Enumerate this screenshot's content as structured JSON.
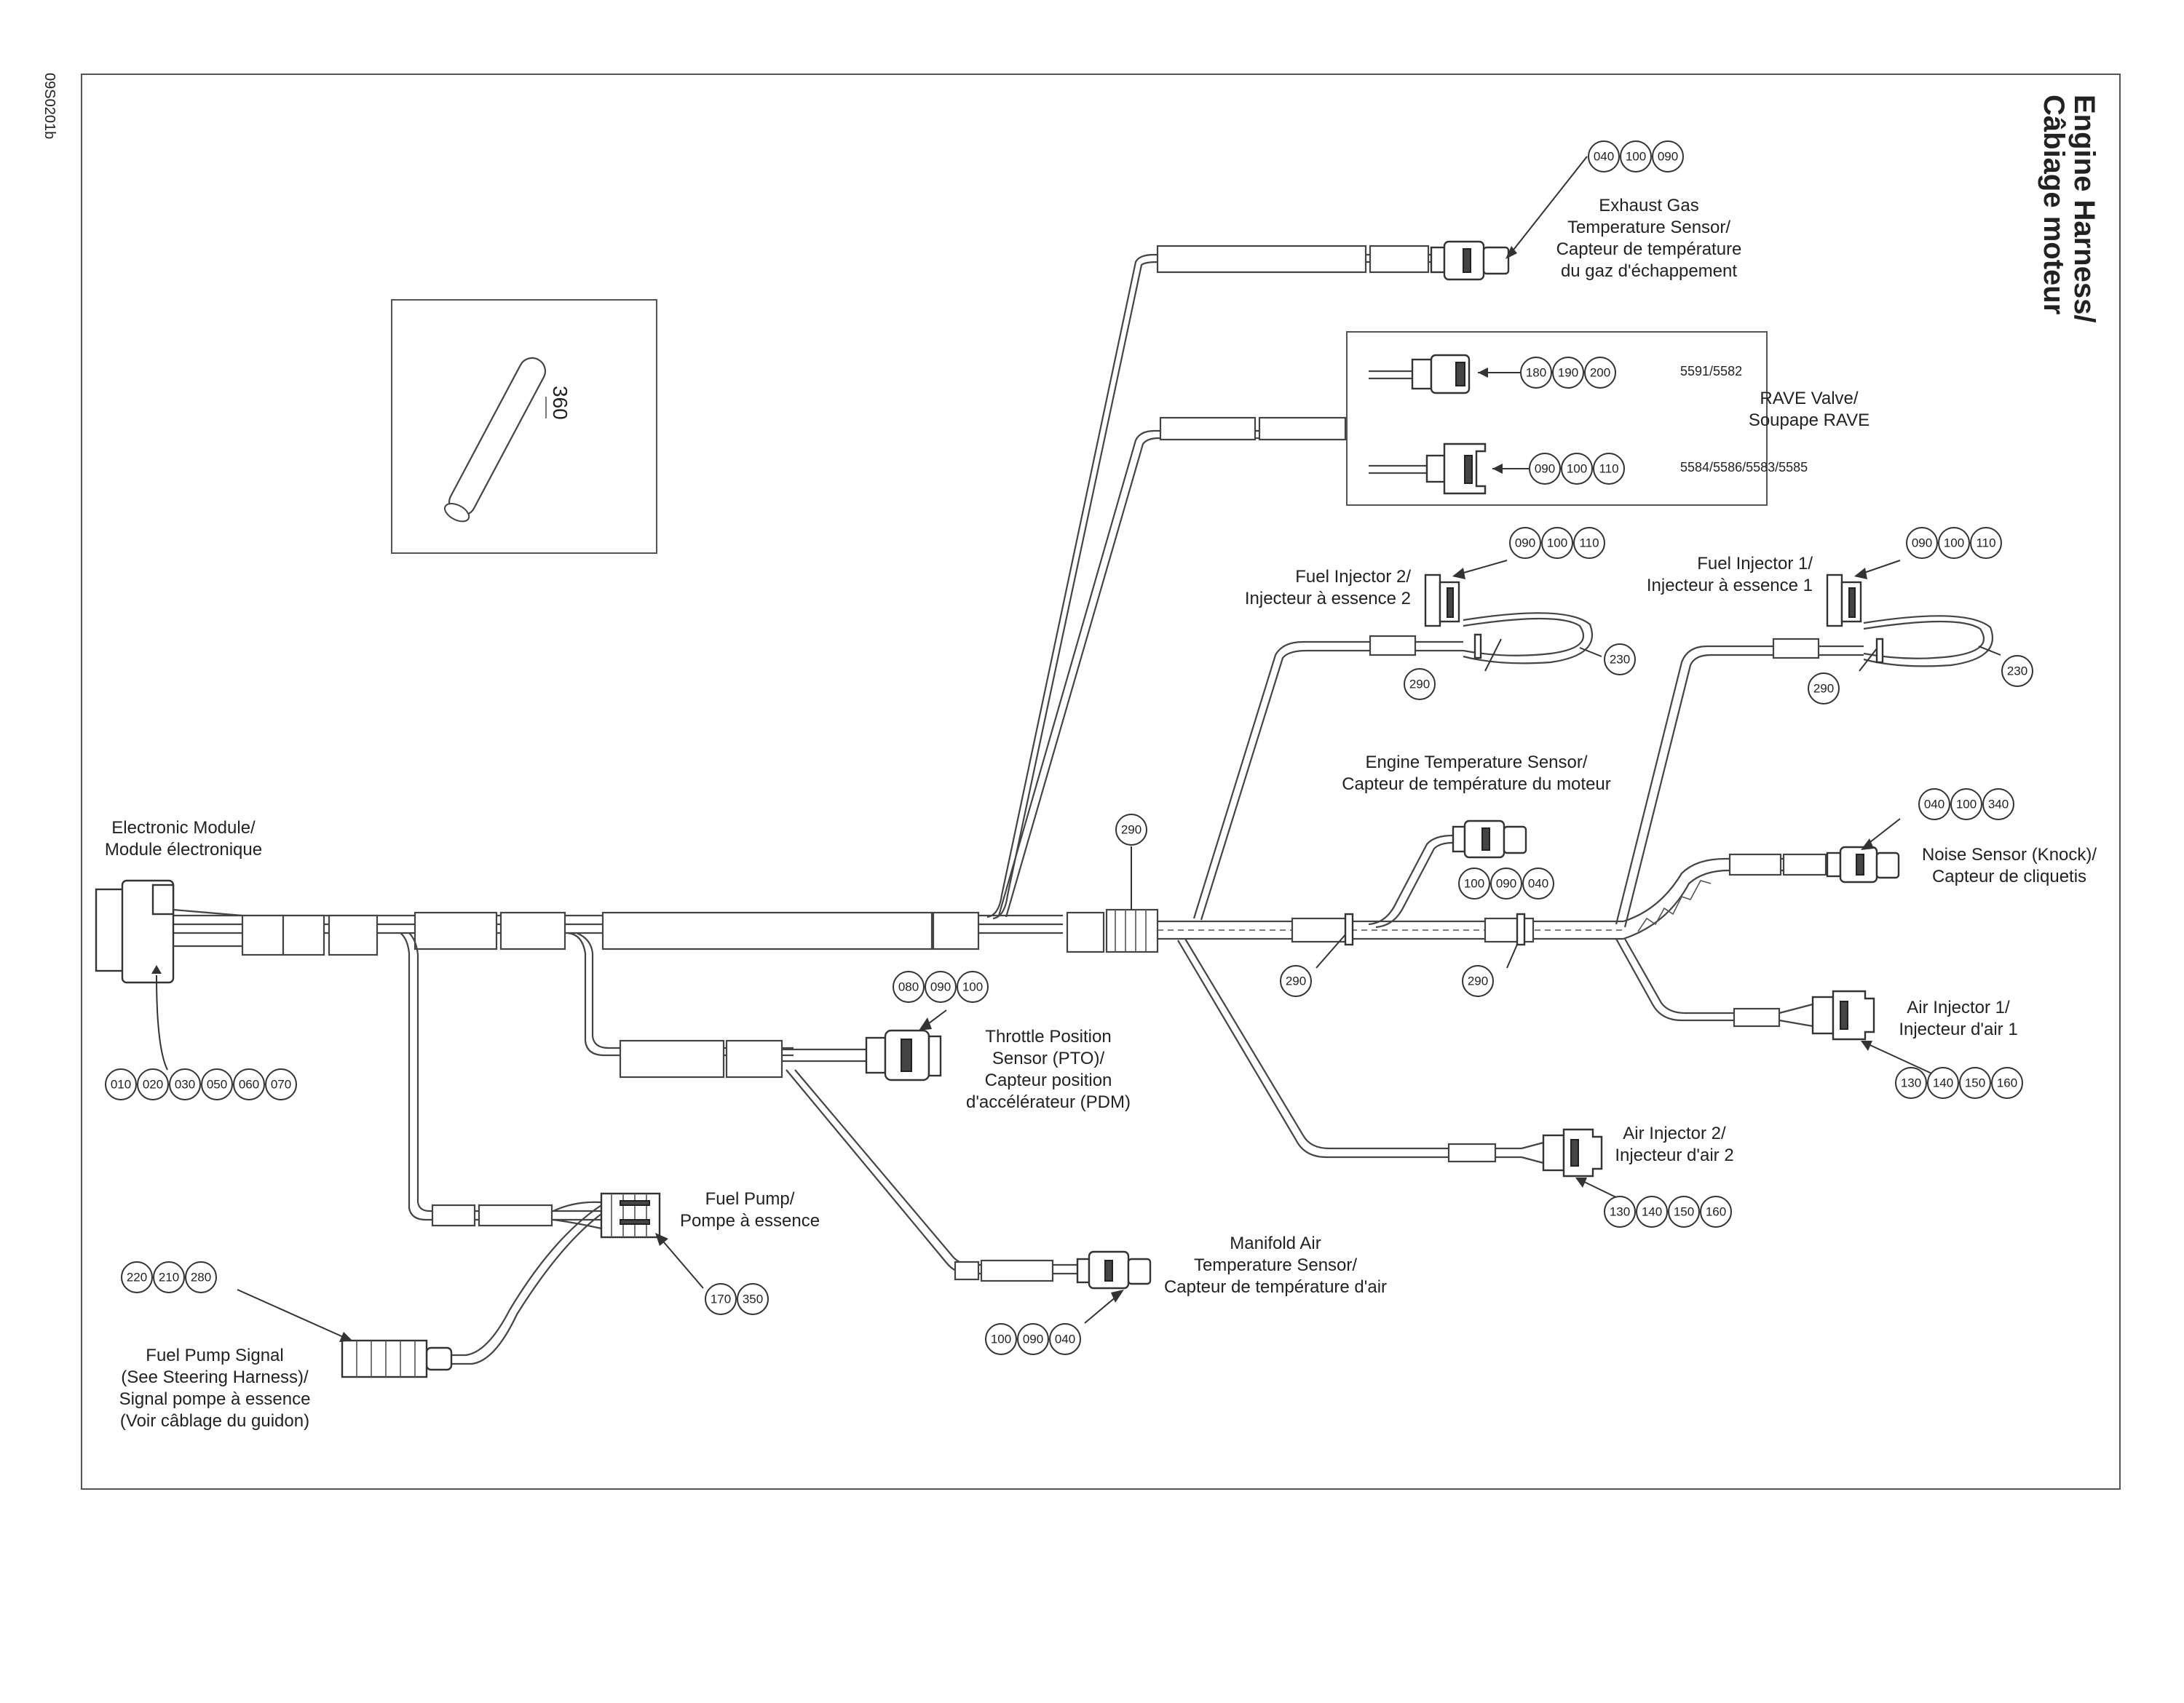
{
  "title": {
    "line1": "Engine Harness/",
    "line2": "Câbiage moteur"
  },
  "figure_code": "09S0201b",
  "tube_item": "360",
  "labels": {
    "exhaust": [
      "Exhaust Gas",
      "Temperature Sensor/",
      "Capteur de température",
      "du gaz d'échappement"
    ],
    "rave": [
      "RAVE Valve/",
      "Soupape RAVE"
    ],
    "rave_model_a": "5591/5582",
    "rave_model_b": "5584/5586/5583/5585",
    "fuel_inj2": [
      "Fuel Injector 2/",
      "Injecteur à essence 2"
    ],
    "fuel_inj1": [
      "Fuel Injector 1/",
      "Injecteur à essence 1"
    ],
    "engine_temp": [
      "Engine Temperature Sensor/",
      "Capteur de température du moteur"
    ],
    "ecm": [
      "Electronic Module/",
      "Module électronique"
    ],
    "noise": [
      "Noise Sensor (Knock)/",
      "Capteur de cliquetis"
    ],
    "tps": [
      "Throttle Position",
      "Sensor (PTO)/",
      "Capteur position",
      "d'accélérateur (PDM)"
    ],
    "air_inj1": [
      "Air Injector 1/",
      "Injecteur d'air 1"
    ],
    "air_inj2": [
      "Air Injector 2/",
      "Injecteur d'air 2"
    ],
    "fuel_pump": [
      "Fuel Pump/",
      "Pompe à essence"
    ],
    "manifold": [
      "Manifold Air",
      "Temperature Sensor/",
      "Capteur de température d'air"
    ],
    "fp_signal": [
      "Fuel Pump Signal",
      "(See Steering Harness)/",
      "Signal pompe à essence",
      "(Voir câblage du guidon)"
    ]
  },
  "callouts": {
    "exhaust": [
      "040",
      "100",
      "090"
    ],
    "rave_a": [
      "180",
      "190",
      "200"
    ],
    "rave_b": [
      "090",
      "100",
      "110"
    ],
    "inj2": [
      "090",
      "100",
      "110"
    ],
    "inj2_tie": [
      "290"
    ],
    "inj2_hose": [
      "230"
    ],
    "inj1": [
      "090",
      "100",
      "110"
    ],
    "inj1_tie": [
      "290"
    ],
    "inj1_hose": [
      "230"
    ],
    "engine_temp": [
      "100",
      "090",
      "040"
    ],
    "noise": [
      "040",
      "100",
      "340"
    ],
    "harness_tie": [
      "290"
    ],
    "tie_a": [
      "290"
    ],
    "tie_b": [
      "290"
    ],
    "ecm": [
      "010",
      "020",
      "030",
      "050",
      "060",
      "070"
    ],
    "tps": [
      "080",
      "090",
      "100"
    ],
    "air1": [
      "130",
      "140",
      "150",
      "160"
    ],
    "air2": [
      "130",
      "140",
      "150",
      "160"
    ],
    "pump": [
      "170",
      "350"
    ],
    "manifold": [
      "100",
      "090",
      "040"
    ],
    "fp_signal": [
      "220",
      "210",
      "280"
    ]
  }
}
